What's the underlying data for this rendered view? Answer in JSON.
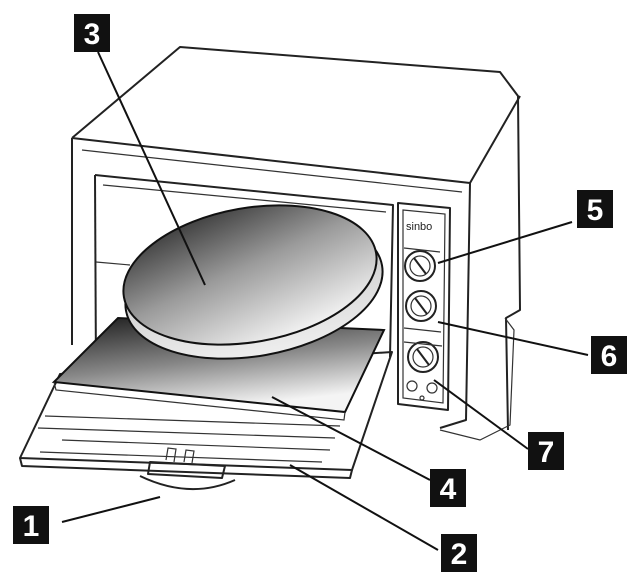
{
  "diagram": {
    "brand_text": "sinbo",
    "callouts": [
      {
        "id": "callout-1",
        "text": "1"
      },
      {
        "id": "callout-2",
        "text": "2"
      },
      {
        "id": "callout-3",
        "text": "3"
      },
      {
        "id": "callout-4",
        "text": "4"
      },
      {
        "id": "callout-5",
        "text": "5"
      },
      {
        "id": "callout-6",
        "text": "6"
      },
      {
        "id": "callout-7",
        "text": "7"
      }
    ]
  }
}
